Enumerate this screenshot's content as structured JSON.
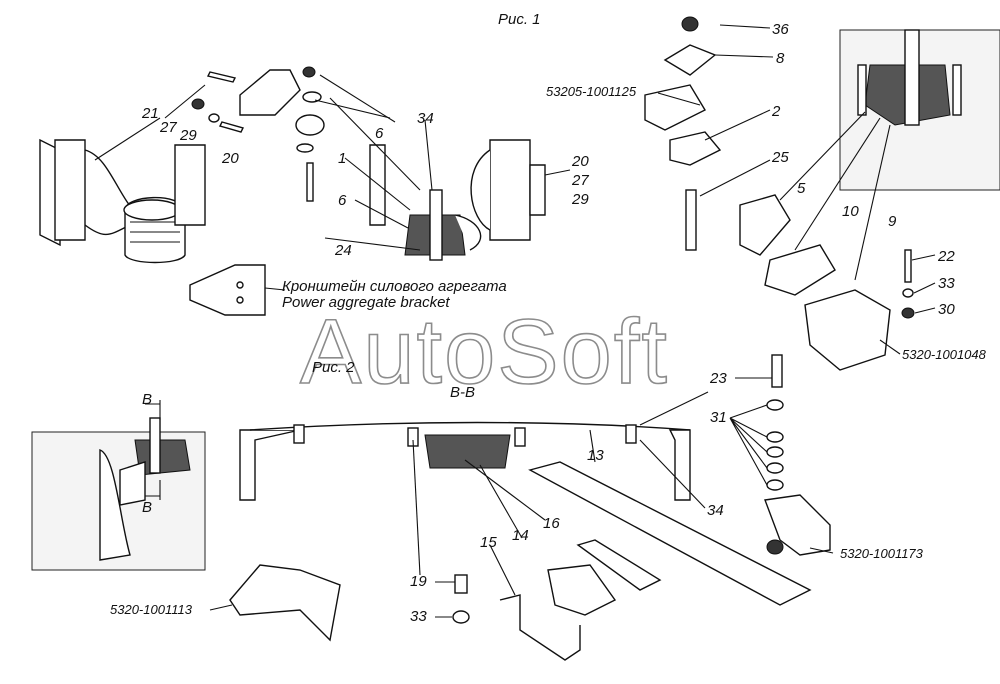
{
  "figure1": {
    "caption": "Рис. 1"
  },
  "figure2": {
    "caption": "Рис. 2",
    "section": "В-В",
    "cut_mark": "В"
  },
  "bracket_caption": {
    "ru": "Кронштейн силового агрегата",
    "en": "Power aggregate bracket"
  },
  "watermark": "AutoSoft",
  "part_codes": [
    "53205-1001125",
    "5320-1001048",
    "5320-1001173",
    "5320-1001113"
  ],
  "labels": {
    "l36": "36",
    "l8": "8",
    "l2": "2",
    "l25": "25",
    "l5": "5",
    "l10": "10",
    "l9": "9",
    "l22": "22",
    "l33a": "33",
    "l30": "30",
    "l21": "21",
    "l27a": "27",
    "l29a": "29",
    "l20a": "20",
    "l34a": "34",
    "l6a": "6",
    "l1": "1",
    "l6b": "6",
    "l24": "24",
    "l20b": "20",
    "l27b": "27",
    "l29b": "29",
    "l23": "23",
    "l31": "31",
    "l13": "13",
    "l34b": "34",
    "l16": "16",
    "l14": "14",
    "l15": "15",
    "l19": "19",
    "l33b": "33"
  }
}
